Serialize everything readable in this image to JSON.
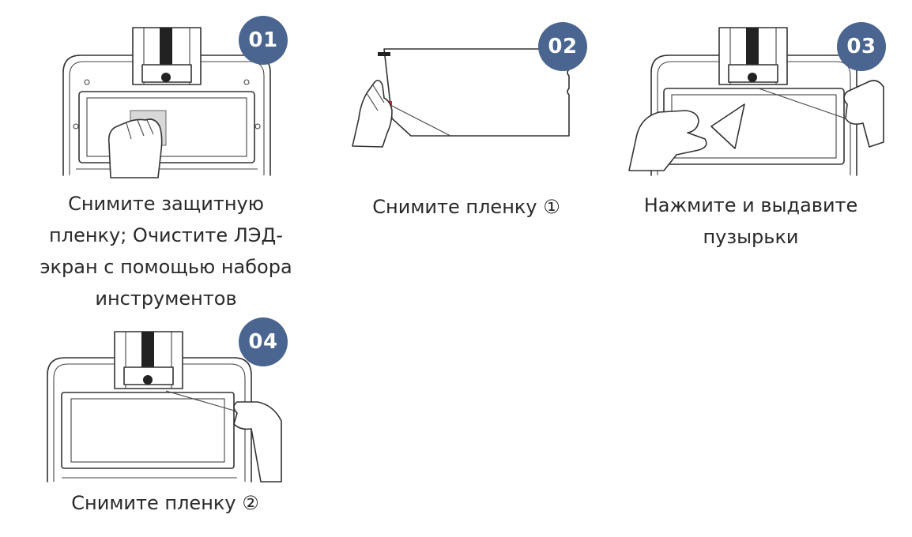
{
  "steps": [
    {
      "badge": "01",
      "caption": [
        "Снимите защитную",
        "пленку; Очистите ЛЭД-",
        "экран с помощью набора",
        "инструментов"
      ]
    },
    {
      "badge": "02",
      "caption": [
        "Снимите пленку ①"
      ]
    },
    {
      "badge": "03",
      "caption": [
        "Нажмите и выдавите",
        "пузырьки"
      ]
    },
    {
      "badge": "04",
      "caption": [
        "Снимите пленку ②"
      ]
    }
  ],
  "colors": {
    "badge": "#4a6590",
    "film_marker": "#c0282d"
  }
}
